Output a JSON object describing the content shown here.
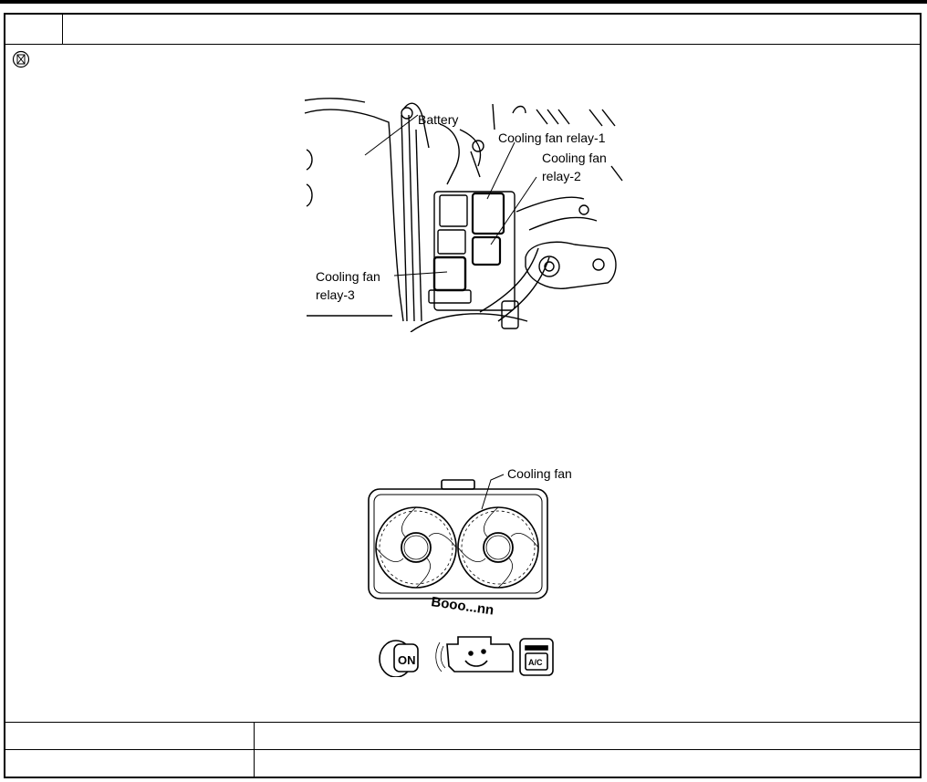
{
  "header": {
    "step_label": "",
    "title": ""
  },
  "figure1": {
    "labels": {
      "battery": "Battery",
      "relay1": "Cooling fan relay-1",
      "relay2_line1": "Cooling fan",
      "relay2_line2": "relay-2",
      "relay3_line1": "Cooling fan",
      "relay3_line2": "relay-3"
    }
  },
  "figure2": {
    "labels": {
      "cooling_fan": "Cooling fan",
      "sound": "Booo...nn",
      "ignition_on": "ON",
      "ac_button": "A/C"
    }
  },
  "icons": {
    "top_left": "no-drain-icon"
  },
  "footer_table": {
    "rows": [
      [
        "",
        ""
      ],
      [
        "",
        ""
      ]
    ]
  }
}
